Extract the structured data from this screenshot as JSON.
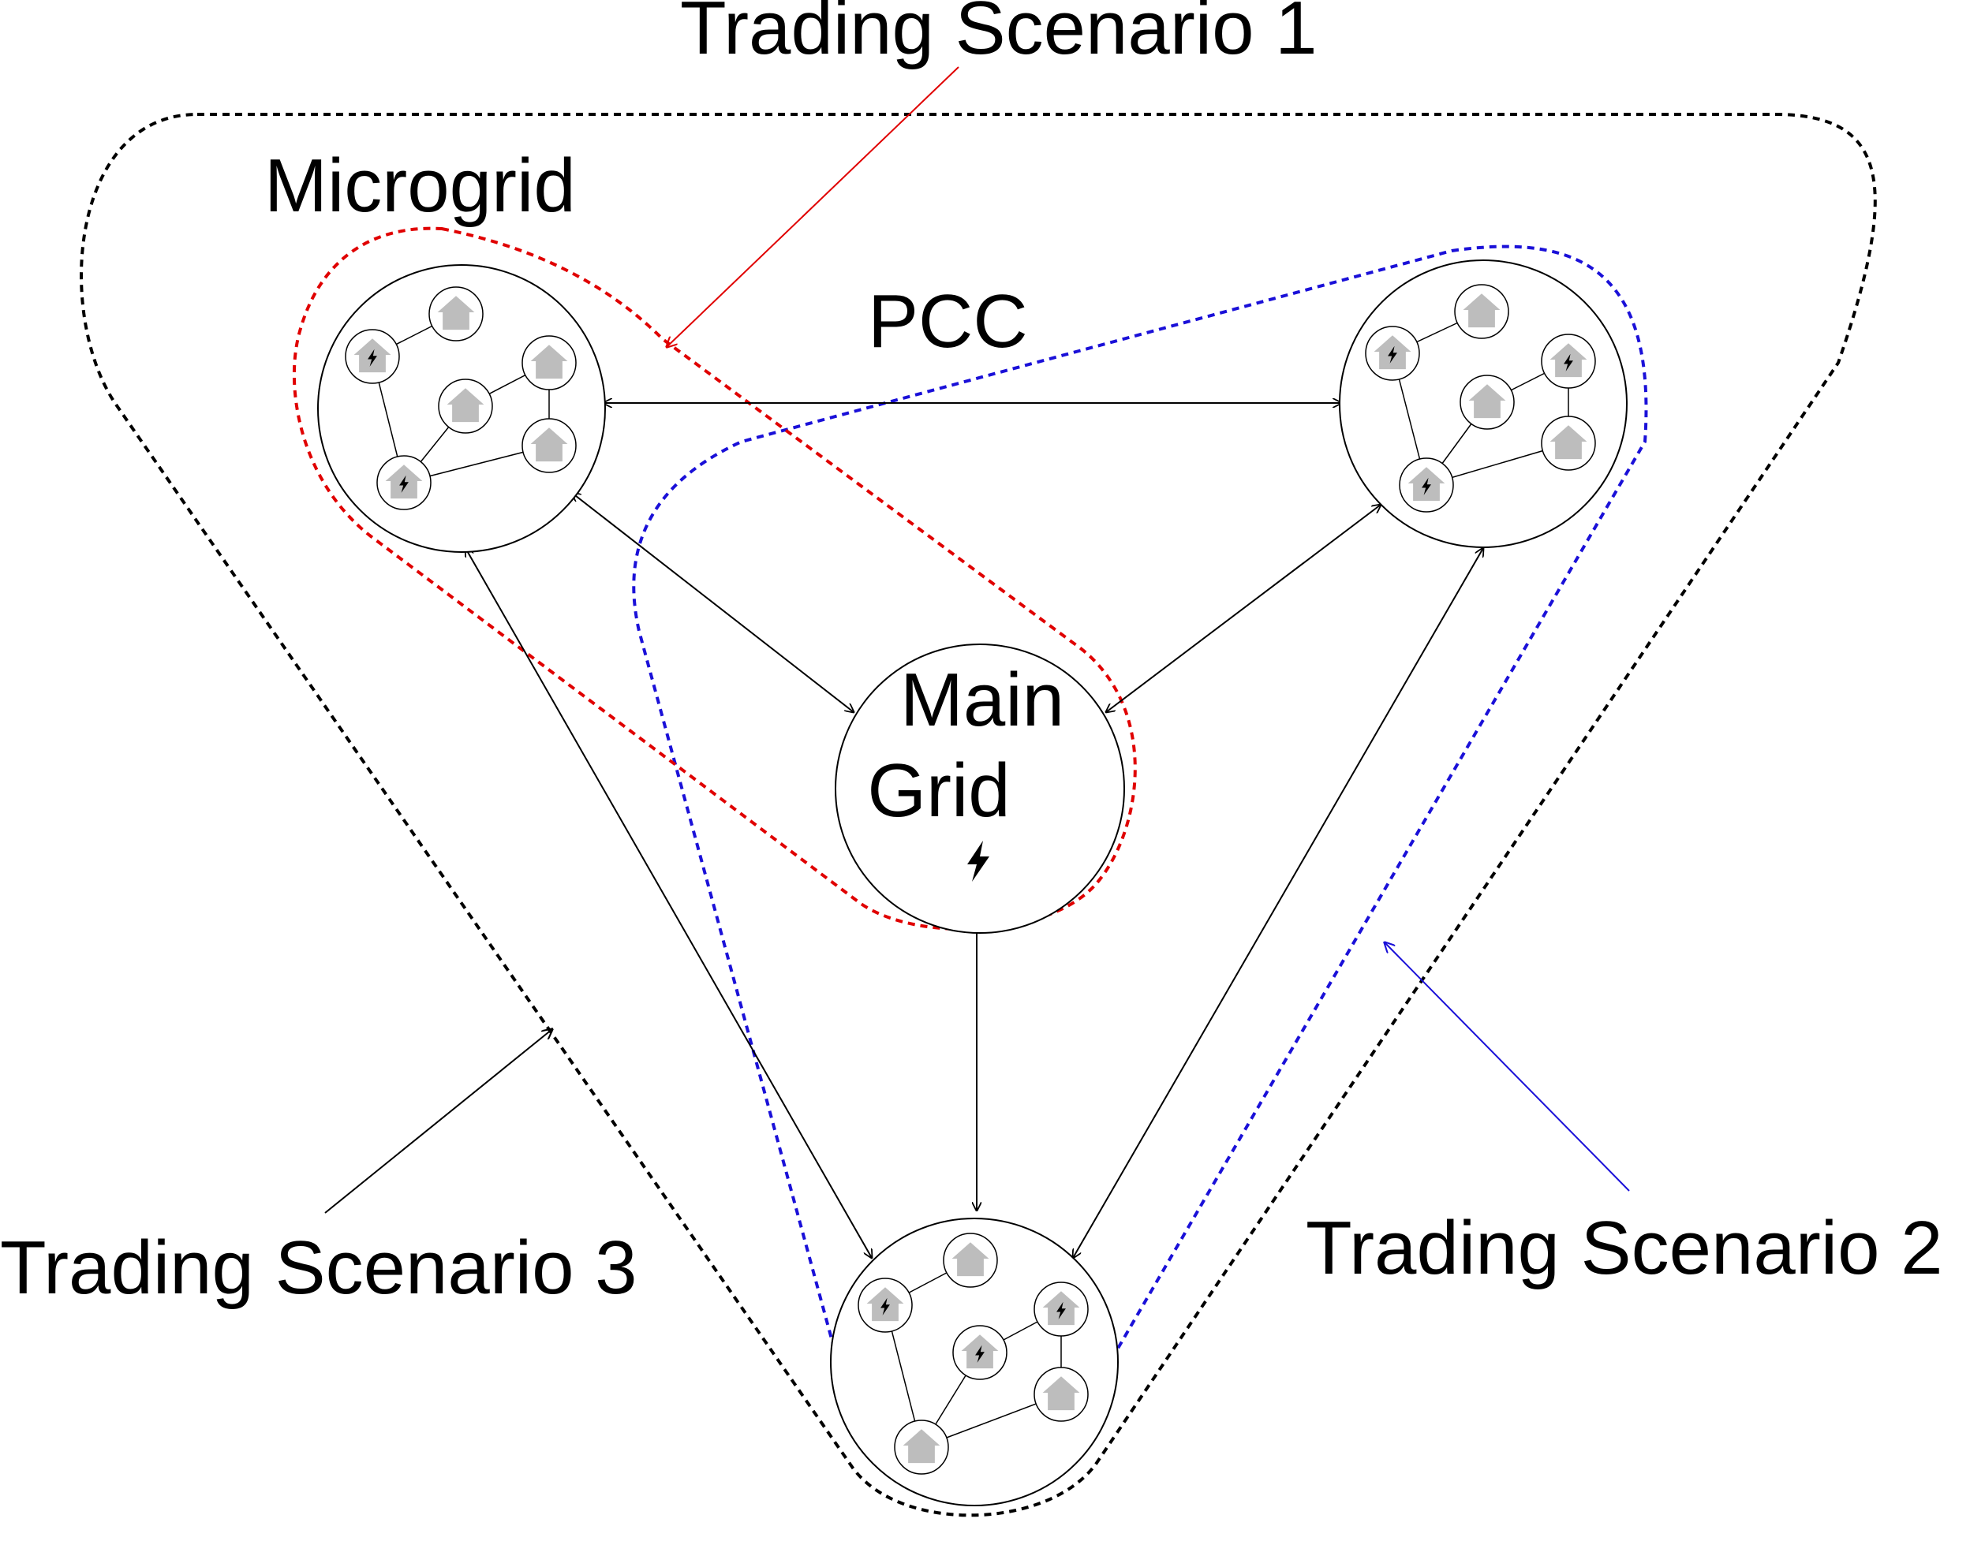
{
  "labels": {
    "scenario1": "Trading Scenario 1",
    "scenario2": "Trading Scenario 2",
    "scenario3": "Trading Scenario 3",
    "microgrid": "Microgrid",
    "pcc": "PCC",
    "main_grid_line1": "Main",
    "main_grid_line2": "Grid"
  },
  "colors": {
    "scenario1": "#e00000",
    "scenario2": "#1a10d8",
    "scenario3": "#000000",
    "house": "#bdbdbd",
    "line": "#000000"
  },
  "icons": {
    "house": "house-icon",
    "generator_house": "house-with-lightning-icon",
    "lightning": "lightning-bolt-icon"
  },
  "microgrids": [
    {
      "name": "microgrid-top-left",
      "nodes": [
        "generator",
        "house",
        "house",
        "house",
        "house",
        "generator"
      ]
    },
    {
      "name": "microgrid-top-right",
      "nodes": [
        "generator",
        "house",
        "generator",
        "house",
        "house",
        "generator"
      ]
    },
    {
      "name": "microgrid-bottom",
      "nodes": [
        "generator",
        "house",
        "generator",
        "generator",
        "house",
        "house"
      ]
    }
  ]
}
